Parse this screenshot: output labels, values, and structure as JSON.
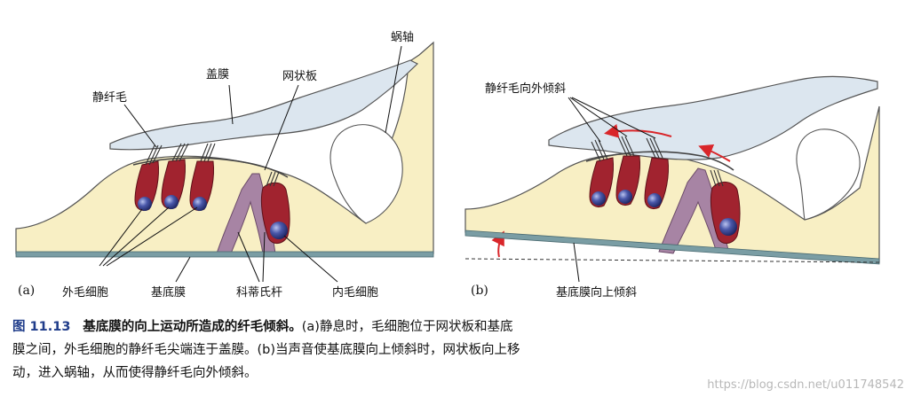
{
  "panel_a": {
    "label": "(a)",
    "labels": {
      "modiolus": "蜗轴",
      "tectorial_membrane": "盖膜",
      "reticular_lamina": "网状板",
      "stereocilia": "静纤毛",
      "outer_hair_cells": "外毛细胞",
      "basilar_membrane": "基底膜",
      "rods_of_corti": "科蒂氏杆",
      "inner_hair_cell": "内毛细胞"
    }
  },
  "panel_b": {
    "label": "(b)",
    "labels": {
      "stereocilia_tilt": "静纤毛向外倾斜",
      "basilar_membrane_tilt": "基底膜向上倾斜"
    }
  },
  "caption": {
    "figure_number": "图 11.13",
    "title": "基底膜的向上运动所造成的纤毛倾斜。",
    "line1": "(a)静息时，毛细胞位于网状板和基底",
    "line2": "膜之间，外毛细胞的静纤毛尖端连于盖膜。(b)当声音使基底膜向上倾斜时，网状板向上移",
    "line3": "动，进入蜗轴，从而使得静纤毛向外倾斜。"
  },
  "watermark": "https://blog.csdn.net/u011748542",
  "colors": {
    "tissue": "#f8efc4",
    "tectorial": "#dce6ef",
    "hair_cell": "#a1232f",
    "nucleus": "#3c4a9a",
    "pillar": "#a784a4",
    "basilar": "#7a9da4",
    "arrow": "#d9262a"
  }
}
